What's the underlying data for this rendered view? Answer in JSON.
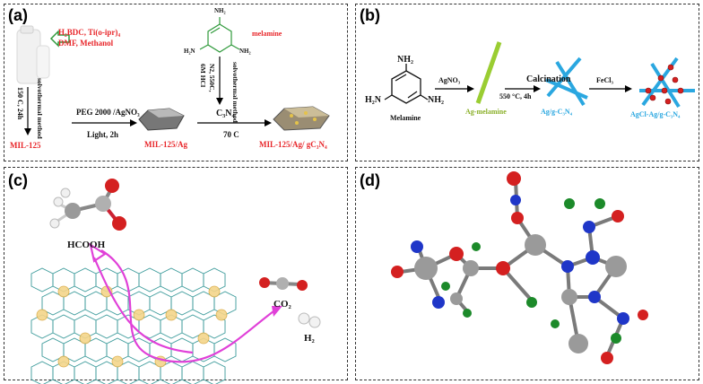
{
  "panels": {
    "a": {
      "label": "(a)",
      "reagents_line1": "H₂BDC, Ti(o-ipr)₄",
      "reagents_line2": "DMF, Methanol",
      "method_left": "solvothermal method",
      "cond_left": "150 C, 24h",
      "mil125": "MIL-125",
      "step2_top": "PEG 2000 /AgNO₃",
      "step2_bottom": "Light, 2h",
      "product2": "MIL-125/Ag",
      "melamine": "melamine",
      "nh2": "NH₂",
      "h2n": "H₂N",
      "method_right": "solvothermal method",
      "cond_right_1": "N2, 550C,",
      "cond_right_2": "6M HCl",
      "c3n4": "C₃N₄",
      "temp70": "70 C",
      "product3": "MIL-125/Ag/ gC₃N₄"
    },
    "b": {
      "label": "(b)",
      "nh2_top": "NH₂",
      "h2n": "H₂N",
      "nh2_right": "NH₂",
      "melamine": "Melamine",
      "agno3": "AgNO₃",
      "ag_melamine": "Ag-melamine",
      "calcination": "Calcination",
      "calc_cond": "550 °C, 4h",
      "ag_gc3n4": "Ag/g-C₃N₄",
      "fecl3": "FeCl₃",
      "final": "AgCl-Ag/g-C₃N₄"
    },
    "c": {
      "label": "(c)",
      "hcooh": "HCOOH",
      "co2": "CO₂",
      "h2": "H₂"
    },
    "d": {
      "label": "(d)"
    }
  },
  "colors": {
    "red_text": "#e8272b",
    "green_text": "#2f9a3b",
    "cyan": "#2aa7e0",
    "lime": "#9acd32",
    "magenta": "#e040d8",
    "atom_grey": "#9a9a9a",
    "atom_red": "#d42020",
    "atom_blue": "#1f36c8",
    "atom_green": "#1c8a2a"
  }
}
